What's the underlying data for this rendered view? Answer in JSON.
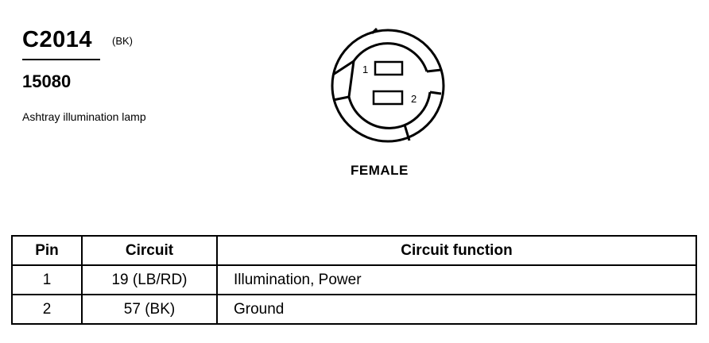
{
  "connector": {
    "id": "C2014",
    "color_code": "(BK)",
    "part_number": "15080",
    "description": "Ashtray illumination lamp"
  },
  "diagram": {
    "pin_labels": [
      "1",
      "2"
    ],
    "gender": "FEMALE"
  },
  "pin_table": {
    "headers": {
      "pin": "Pin",
      "circuit": "Circuit",
      "function": "Circuit function"
    },
    "rows": [
      {
        "pin": "1",
        "circuit": "19 (LB/RD)",
        "function": "Illumination, Power"
      },
      {
        "pin": "2",
        "circuit": "57 (BK)",
        "function": "Ground"
      }
    ]
  }
}
